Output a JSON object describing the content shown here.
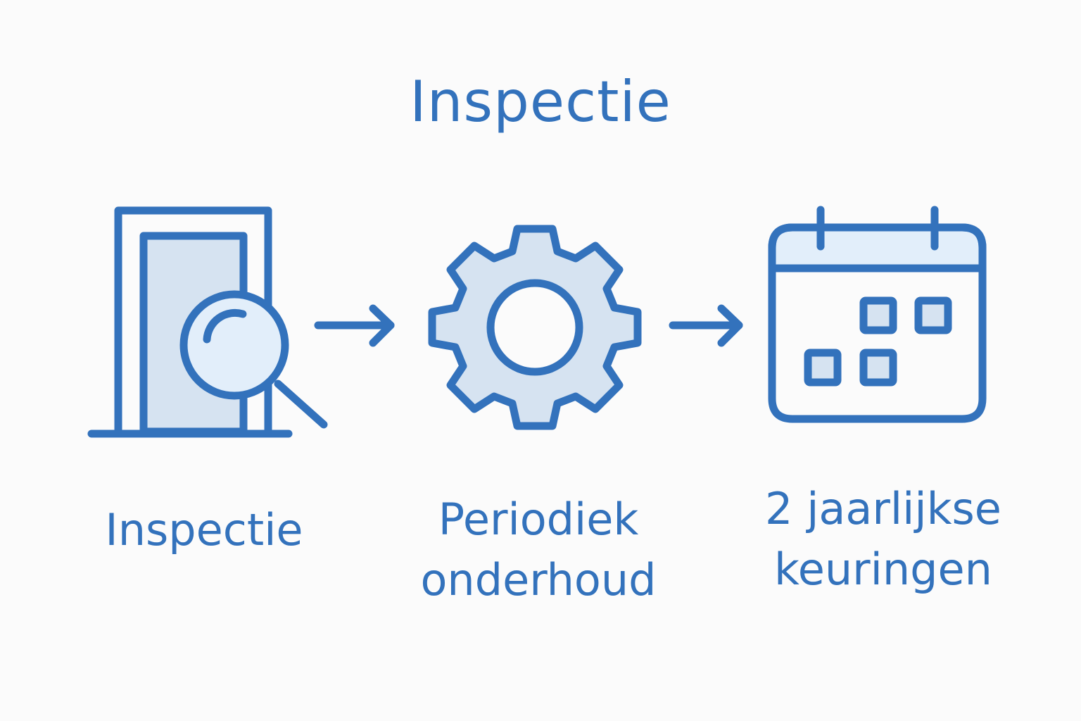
{
  "title": "Inspectie",
  "colors": {
    "stroke": "#3372bc",
    "fill_light": "#d6e3f1",
    "fill_lighter": "#e2eefa",
    "background": "#fbfbfb"
  },
  "steps": [
    {
      "icon": "door-magnifier-icon",
      "label_lines": [
        "Inspectie"
      ]
    },
    {
      "icon": "gear-icon",
      "label_lines": [
        "Periodiek",
        "onderhoud"
      ]
    },
    {
      "icon": "calendar-icon",
      "label_lines": [
        "2 jaarlijkse",
        "keuringen"
      ]
    }
  ],
  "connectors": [
    {
      "icon": "arrow-right-icon",
      "from": "Inspectie",
      "to": "Periodiek onderhoud"
    },
    {
      "icon": "arrow-right-icon",
      "from": "Periodiek onderhoud",
      "to": "2 jaarlijkse keuringen"
    }
  ]
}
